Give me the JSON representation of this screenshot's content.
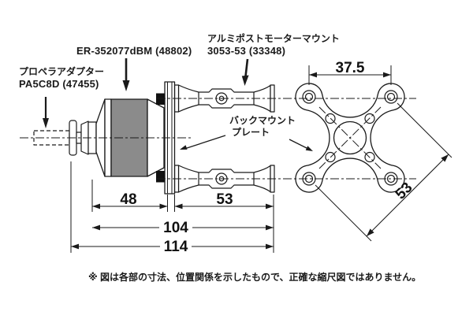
{
  "diagram": {
    "labels": {
      "prop_adapter": {
        "title": "プロペラアダプター",
        "part": "PA5C8D (47455)"
      },
      "motor": {
        "part": "ER-352077dBM (48802)"
      },
      "post_mount": {
        "title": "アルミポストモーターマウント",
        "part": "3053-53 (33348)"
      },
      "back_plate": {
        "line1": "バックマウント",
        "line2": "プレート"
      }
    },
    "dimensions": {
      "motor_length": "48",
      "post_length": "53",
      "motor_and_post": "104",
      "overall": "114",
      "hole_spacing": "37.5",
      "hole_diagonal": "53"
    },
    "note": "※ 図は各部の寸法、位置関係を示したもので、正確な縮尺図ではありません。",
    "colors": {
      "line": "#1a1a1a",
      "motor_fill": "#8b8b8b",
      "background": "#ffffff"
    }
  }
}
